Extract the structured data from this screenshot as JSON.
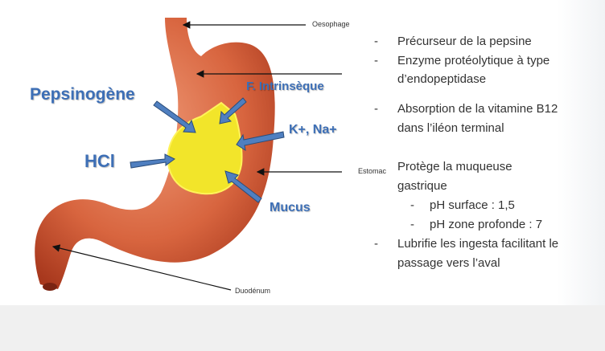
{
  "diagram": {
    "anatomy_labels": {
      "oesophage": "Oesophage",
      "estomac": "Estomac",
      "duodenum": "Duodénum"
    },
    "secretions": {
      "pepsinogene": "Pepsinogène",
      "facteur_intrinseque": "F. Intrinsèque",
      "ions": "K+, Na+",
      "hcl": "HCl",
      "mucus": "Mucus"
    },
    "colors": {
      "stomach": "#d4633f",
      "blob": "#f2e52a",
      "arrow": "#4f7fc0",
      "label": "#3d6fb6"
    }
  },
  "notes": {
    "pepsinogene": [
      "Précurseur de la pepsine",
      "Enzyme protéolytique à type",
      "d’endopeptidase"
    ],
    "facteur_intrinseque": [
      "Absorption de la vitamine B12",
      "dans l’iléon terminal"
    ],
    "mucus": [
      "Protège la muqueuse",
      "gastrique"
    ],
    "mucus_sub": [
      "pH surface : 1,5",
      "pH zone profonde : 7"
    ],
    "mucus_2": [
      "Lubrifie les ingesta facilitant le",
      "passage vers l’aval"
    ],
    "bullet": "-"
  }
}
